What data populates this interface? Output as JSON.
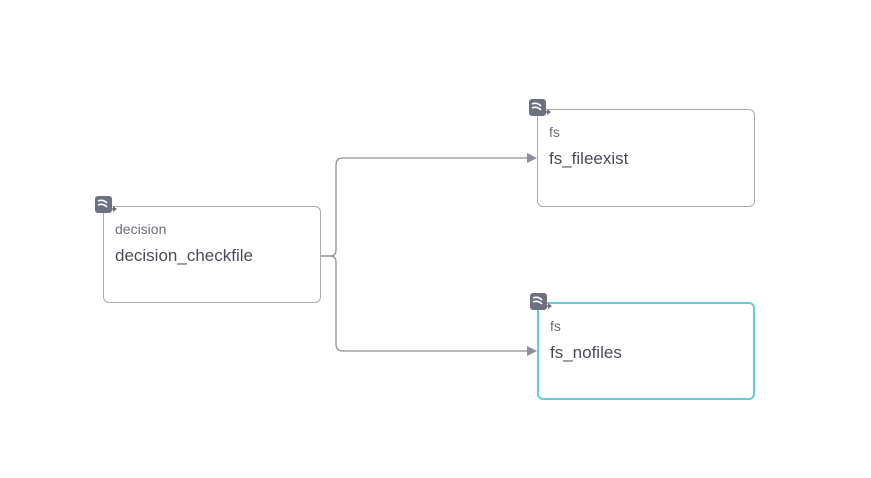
{
  "diagram": {
    "colors": {
      "node_border": "#a9aab3",
      "selected_border": "#5dd0d9",
      "edge": "#8c8f99",
      "icon": "#6d7080",
      "type_text": "#6b6e78",
      "name_text": "#4a4d57"
    },
    "icon": "workflow-task-icon",
    "nodes": {
      "decision_checkfile": {
        "type": "decision",
        "name": "decision_checkfile",
        "selected": false
      },
      "fs_fileexist": {
        "type": "fs",
        "name": "fs_fileexist",
        "selected": false
      },
      "fs_nofiles": {
        "type": "fs",
        "name": "fs_nofiles",
        "selected": true
      }
    },
    "edges": [
      {
        "from": "decision_checkfile",
        "to": "fs_fileexist"
      },
      {
        "from": "decision_checkfile",
        "to": "fs_nofiles"
      }
    ]
  }
}
